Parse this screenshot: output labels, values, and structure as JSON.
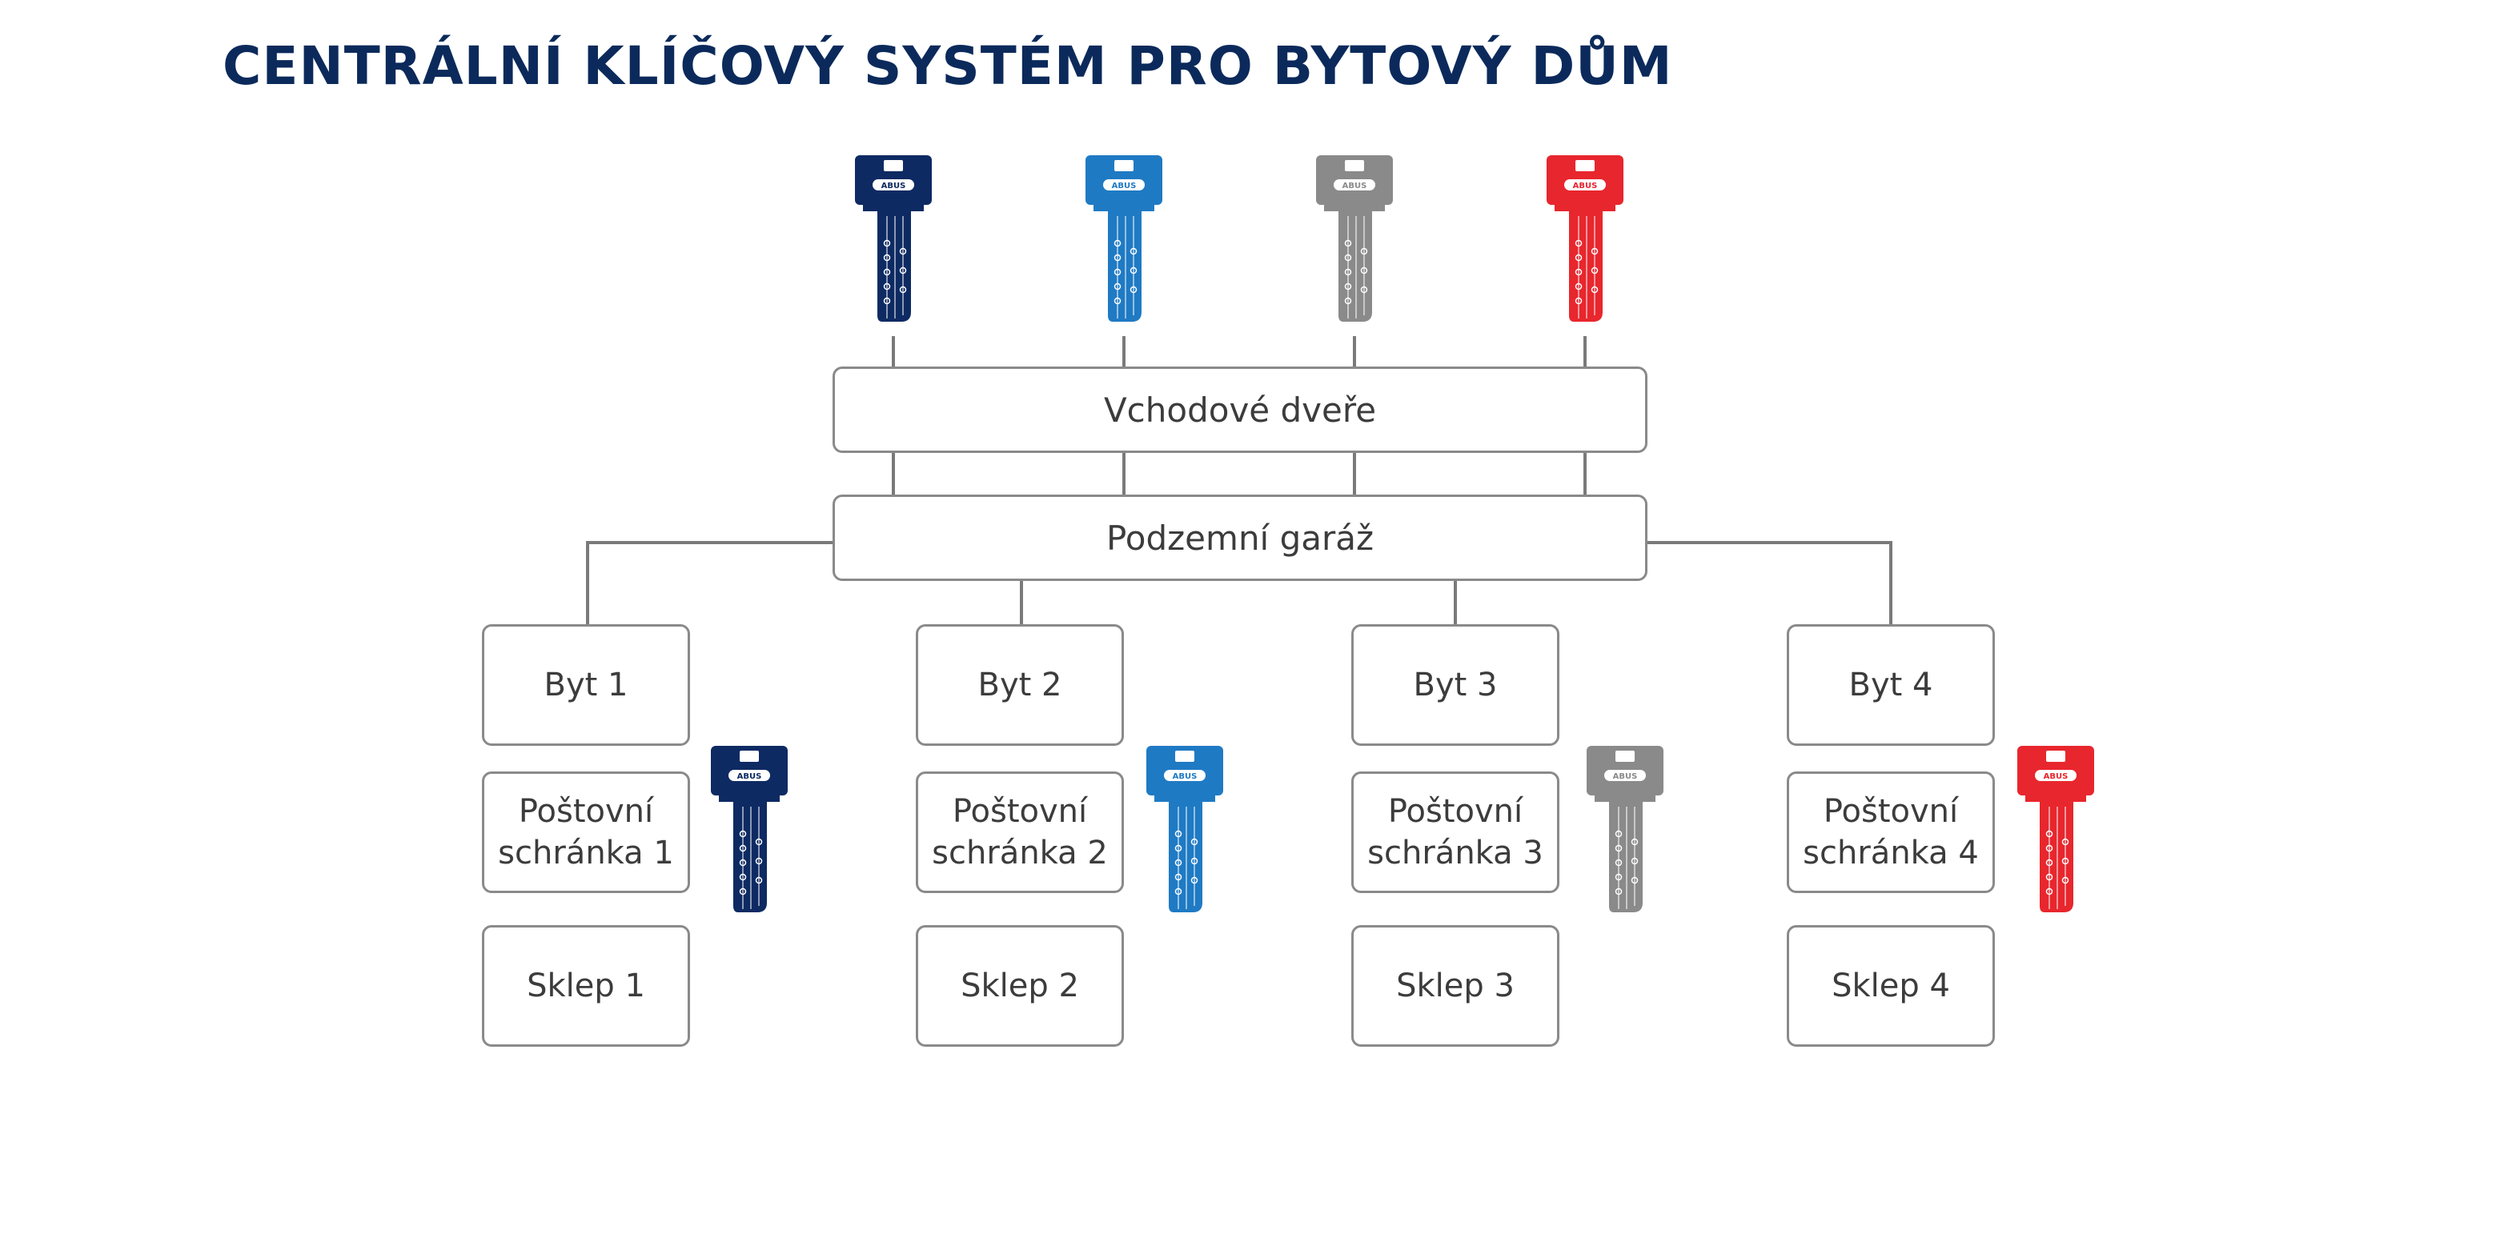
{
  "title": "CENTRÁLNÍ KLÍČOVÝ SYSTÉM PRO BYTOVÝ DŮM",
  "colors": {
    "title": "#0b2a5b",
    "line": "#7a7a7a",
    "box_border": "#8a8a8a",
    "text": "#3c3c3c"
  },
  "top_keys": [
    {
      "name": "key-navy",
      "color": "#0e2a63"
    },
    {
      "name": "key-blue",
      "color": "#1f7ac4"
    },
    {
      "name": "key-gray",
      "color": "#8a8a8a"
    },
    {
      "name": "key-red",
      "color": "#e8262d"
    }
  ],
  "key_brand": "ABUS",
  "entrance_label": "Vchodové dveře",
  "garage_label": "Podzemní garáž",
  "units": [
    {
      "flat": "Byt 1",
      "mailbox_line1": "Poštovní",
      "mailbox_line2": "schránka 1",
      "cellar": "Sklep 1",
      "key_color": "#0e2a63"
    },
    {
      "flat": "Byt 2",
      "mailbox_line1": "Poštovní",
      "mailbox_line2": "schránka 2",
      "cellar": "Sklep 2",
      "key_color": "#1f7ac4"
    },
    {
      "flat": "Byt 3",
      "mailbox_line1": "Poštovní",
      "mailbox_line2": "schránka 3",
      "cellar": "Sklep 3",
      "key_color": "#8a8a8a"
    },
    {
      "flat": "Byt 4",
      "mailbox_line1": "Poštovní",
      "mailbox_line2": "schránka 4",
      "cellar": "Sklep 4",
      "key_color": "#e8262d"
    }
  ]
}
